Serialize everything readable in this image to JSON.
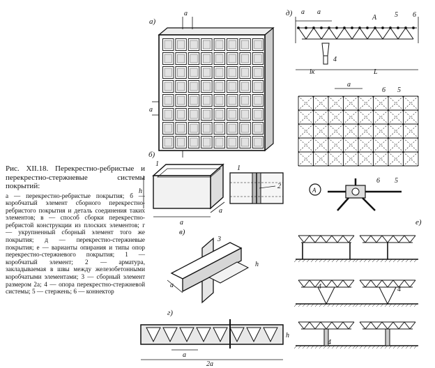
{
  "caption": {
    "title": "Рис. XII.18. Перекрестно-ребристые и перекрестно-стержневые системы покрытий:",
    "body": "а — перекрестно-ребристые покрытия; б — коробчатый элемент сборного перекрестно-ребристого покрытия и деталь соединения таких элементов; в — способ сборки перекрестно-ребристой конструкции из плоских элементов; г — укрупненный сборный элемент того же покрытия; д — перекрестно-стержневые покрытия; е — варианты опирания и типы опор перекрестно-стержневого покрытия; 1 — коробчатый элемент; 2 — арматура, закладываемая в швы между железобетонными коробчатыми элементами; 3 — сборный элемент размером 2а; 4 — опора перекрестно-стержневой системы; 5 — стержень; 6 — коннектор"
  },
  "labels": {
    "panel_a": "а)",
    "panel_b": "б)",
    "panel_v": "в)",
    "panel_g": "г)",
    "panel_d": "д)",
    "panel_e": "е)",
    "a": "a",
    "two_a": "2a",
    "h": "h",
    "L": "L",
    "lk": "lк",
    "A": "A",
    "n1": "1",
    "n2": "2",
    "n3": "3",
    "n4": "4",
    "n5": "5",
    "n6": "6"
  }
}
